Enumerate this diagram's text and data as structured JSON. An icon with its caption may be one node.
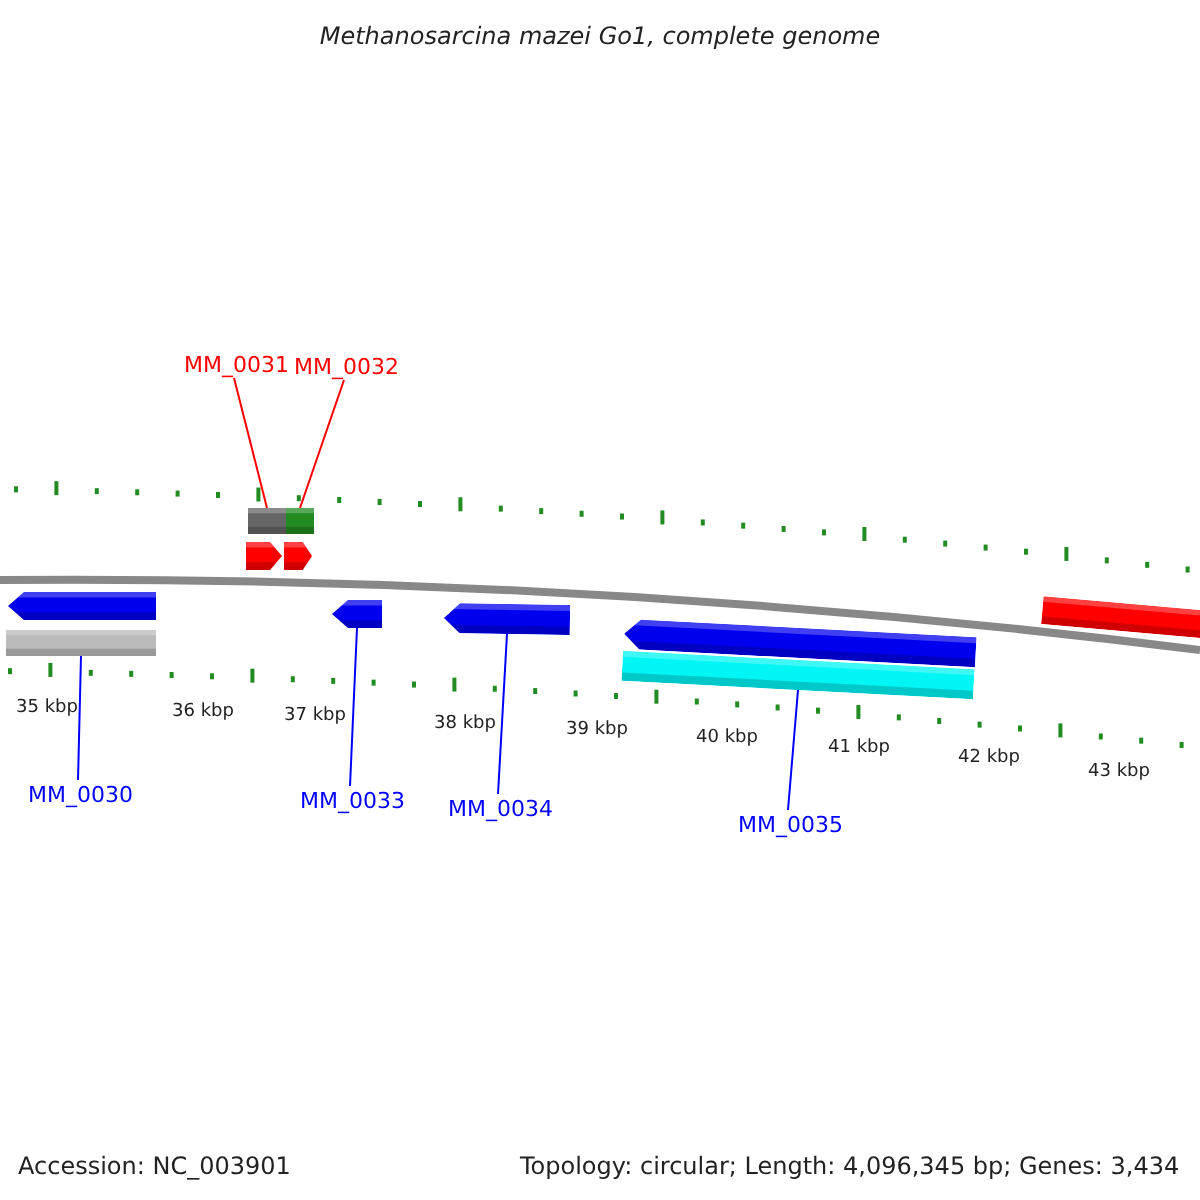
{
  "diagram": {
    "title": "Methanosarcina mazei Go1, complete genome",
    "nodes": [
      {
        "text": [
          "MM_0031"
        ]
      },
      {
        "text": [
          "MM_0032"
        ]
      },
      {
        "text": [],
        "shape": "bar"
      },
      {
        "text": [],
        "shape": "bar"
      },
      {
        "text": [],
        "shape": "pentagon"
      },
      {
        "text": [],
        "shape": "pentagon"
      },
      {
        "text": [],
        "shape": "pentagon"
      },
      {
        "text": [],
        "shape": "bar"
      },
      {
        "text": [],
        "shape": "pentagon"
      },
      {
        "text": [],
        "shape": "pentagon"
      },
      {
        "text": [],
        "shape": "pentagon"
      },
      {
        "text": [],
        "shape": "bar"
      },
      {
        "text": [],
        "shape": "bar"
      },
      {
        "text": [
          "MM_0030"
        ]
      },
      {
        "text": [
          "MM_0033"
        ]
      },
      {
        "text": [
          "MM_0034"
        ]
      },
      {
        "text": [
          "MM_0035"
        ]
      }
    ],
    "edges": [
      {
        "from": 0,
        "to": 2,
        "arrow": "none",
        "color": "#ff0000"
      },
      {
        "from": 1,
        "to": 3,
        "arrow": "none",
        "color": "#ff0000"
      },
      {
        "from": 13,
        "to": 7,
        "arrow": "none"
      },
      {
        "from": 14,
        "to": 8,
        "arrow": "none"
      },
      {
        "from": 15,
        "to": 9,
        "arrow": "none"
      },
      {
        "from": 16,
        "to": 11,
        "arrow": "none"
      }
    ],
    "labels": [
      "35 kbp",
      "36 kbp",
      "37 kbp",
      "38 kbp",
      "39 kbp",
      "40 kbp",
      "41 kbp",
      "42 kbp",
      "43 kbp",
      "Accession: NC_003901",
      "Topology: circular; Length: 4,096,345 bp; Genes: 3,434"
    ]
  }
}
